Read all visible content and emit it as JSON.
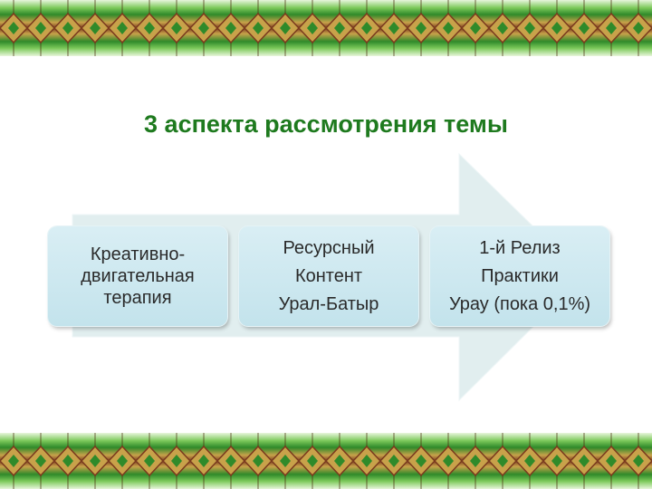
{
  "title": "3 аспекта рассмотрения темы",
  "decoration": {
    "border_pattern": "green-brown-diamond-ornament",
    "colors": [
      "#2f8a2a",
      "#c8a24a",
      "#7a3a1e"
    ]
  },
  "arrow": {
    "color": "#e1eeef"
  },
  "boxes": [
    {
      "lines": [
        "Креативно-",
        "двигательная",
        "терапия"
      ]
    },
    {
      "lines": [
        "Ресурсный",
        "Контент",
        "Урал-Батыр"
      ]
    },
    {
      "lines": [
        "1-й Релиз",
        "Практики",
        "Урау (пока 0,1%)"
      ]
    }
  ],
  "colors": {
    "title": "#1e7a1e",
    "box_fill": "#c3e3ec",
    "box_text": "#2a2a2a"
  }
}
